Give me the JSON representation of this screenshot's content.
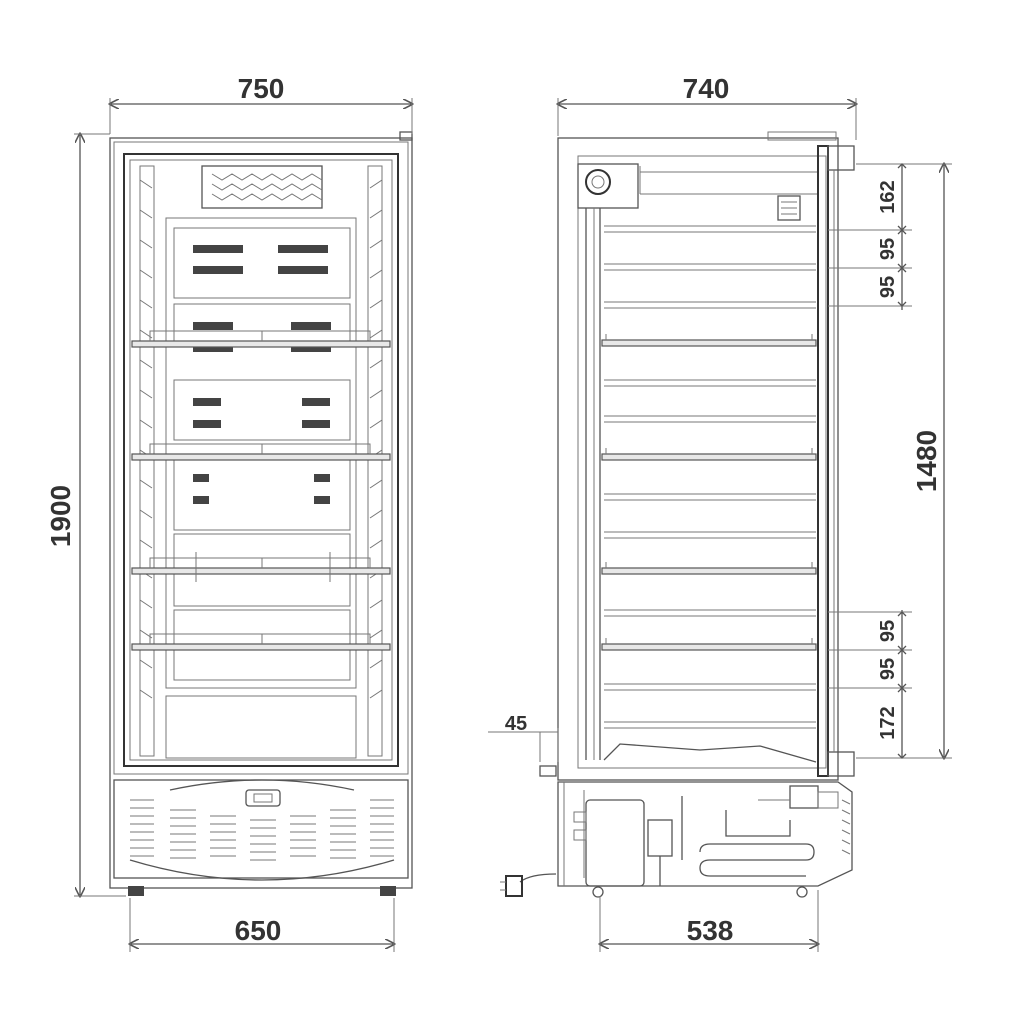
{
  "dimensions": {
    "front_width": "750",
    "front_height": "1900",
    "front_inner_width": "650",
    "side_depth": "740",
    "side_inner_depth": "538",
    "side_offset": "45",
    "interior_height": "1480",
    "shelf_spacing": [
      "162",
      "95",
      "95",
      "95",
      "95",
      "172"
    ]
  }
}
